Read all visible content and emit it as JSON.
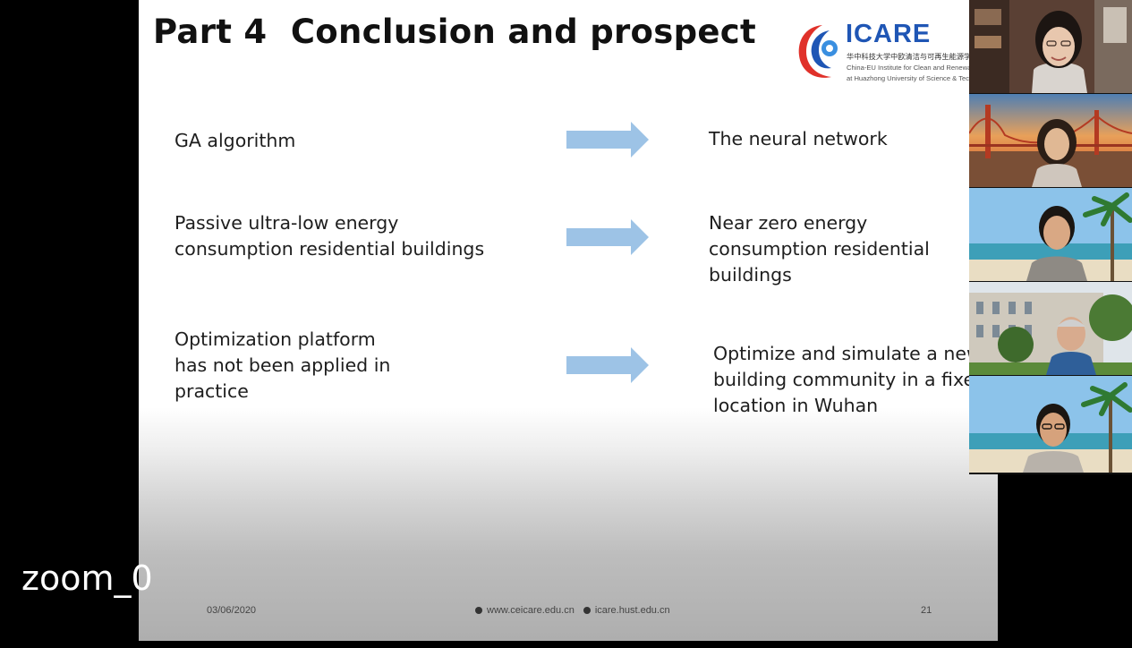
{
  "slide": {
    "title": "Part 4  Conclusion and prospect",
    "logo": {
      "name": "ICARE",
      "chinese_name": "华中科技大学中欧清洁与可再生能源学院",
      "english_line1": "China-EU Institute for Clean and Renewable Energy",
      "english_line2": "at Huazhong University of Science & Technology"
    },
    "rows": [
      {
        "left": [
          "GA algorithm"
        ],
        "right": [
          "The neural network"
        ]
      },
      {
        "left": [
          "Passive ultra-low energy",
          "consumption residential buildings"
        ],
        "right": [
          "Near zero energy",
          "consumption residential",
          "buildings"
        ]
      },
      {
        "left": [
          "Optimization platform",
          "has not been applied in",
          "practice"
        ],
        "right": [
          "Optimize and simulate a new",
          "building community in a fixed",
          "location in Wuhan"
        ]
      }
    ],
    "arrow_color": "#9dc3e6",
    "footer": {
      "date": "03/06/2020",
      "link1": "www.ceicare.edu.cn",
      "link2": "icare.hust.edu.cn",
      "page": "21"
    }
  },
  "participants": [
    {
      "id": "participant-1",
      "background": "room"
    },
    {
      "id": "participant-2",
      "background": "golden-gate-bridge"
    },
    {
      "id": "participant-3",
      "background": "beach-palm"
    },
    {
      "id": "participant-4",
      "background": "building-trees"
    },
    {
      "id": "participant-5",
      "background": "beach-palm"
    }
  ],
  "meeting": {
    "name_label": "zoom_0"
  },
  "colors": {
    "logo_blue": "#1f56b5",
    "logo_red": "#e0312a"
  }
}
